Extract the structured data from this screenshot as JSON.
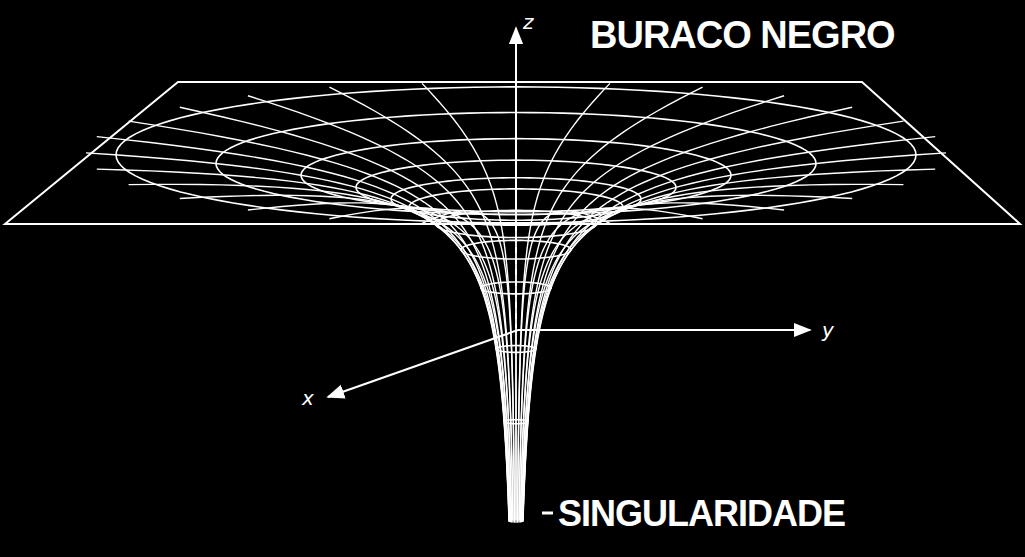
{
  "diagram": {
    "title": "BURACO NEGRO",
    "labels": [
      "z",
      "y",
      "x",
      "SINGULARIDADE"
    ]
  }
}
